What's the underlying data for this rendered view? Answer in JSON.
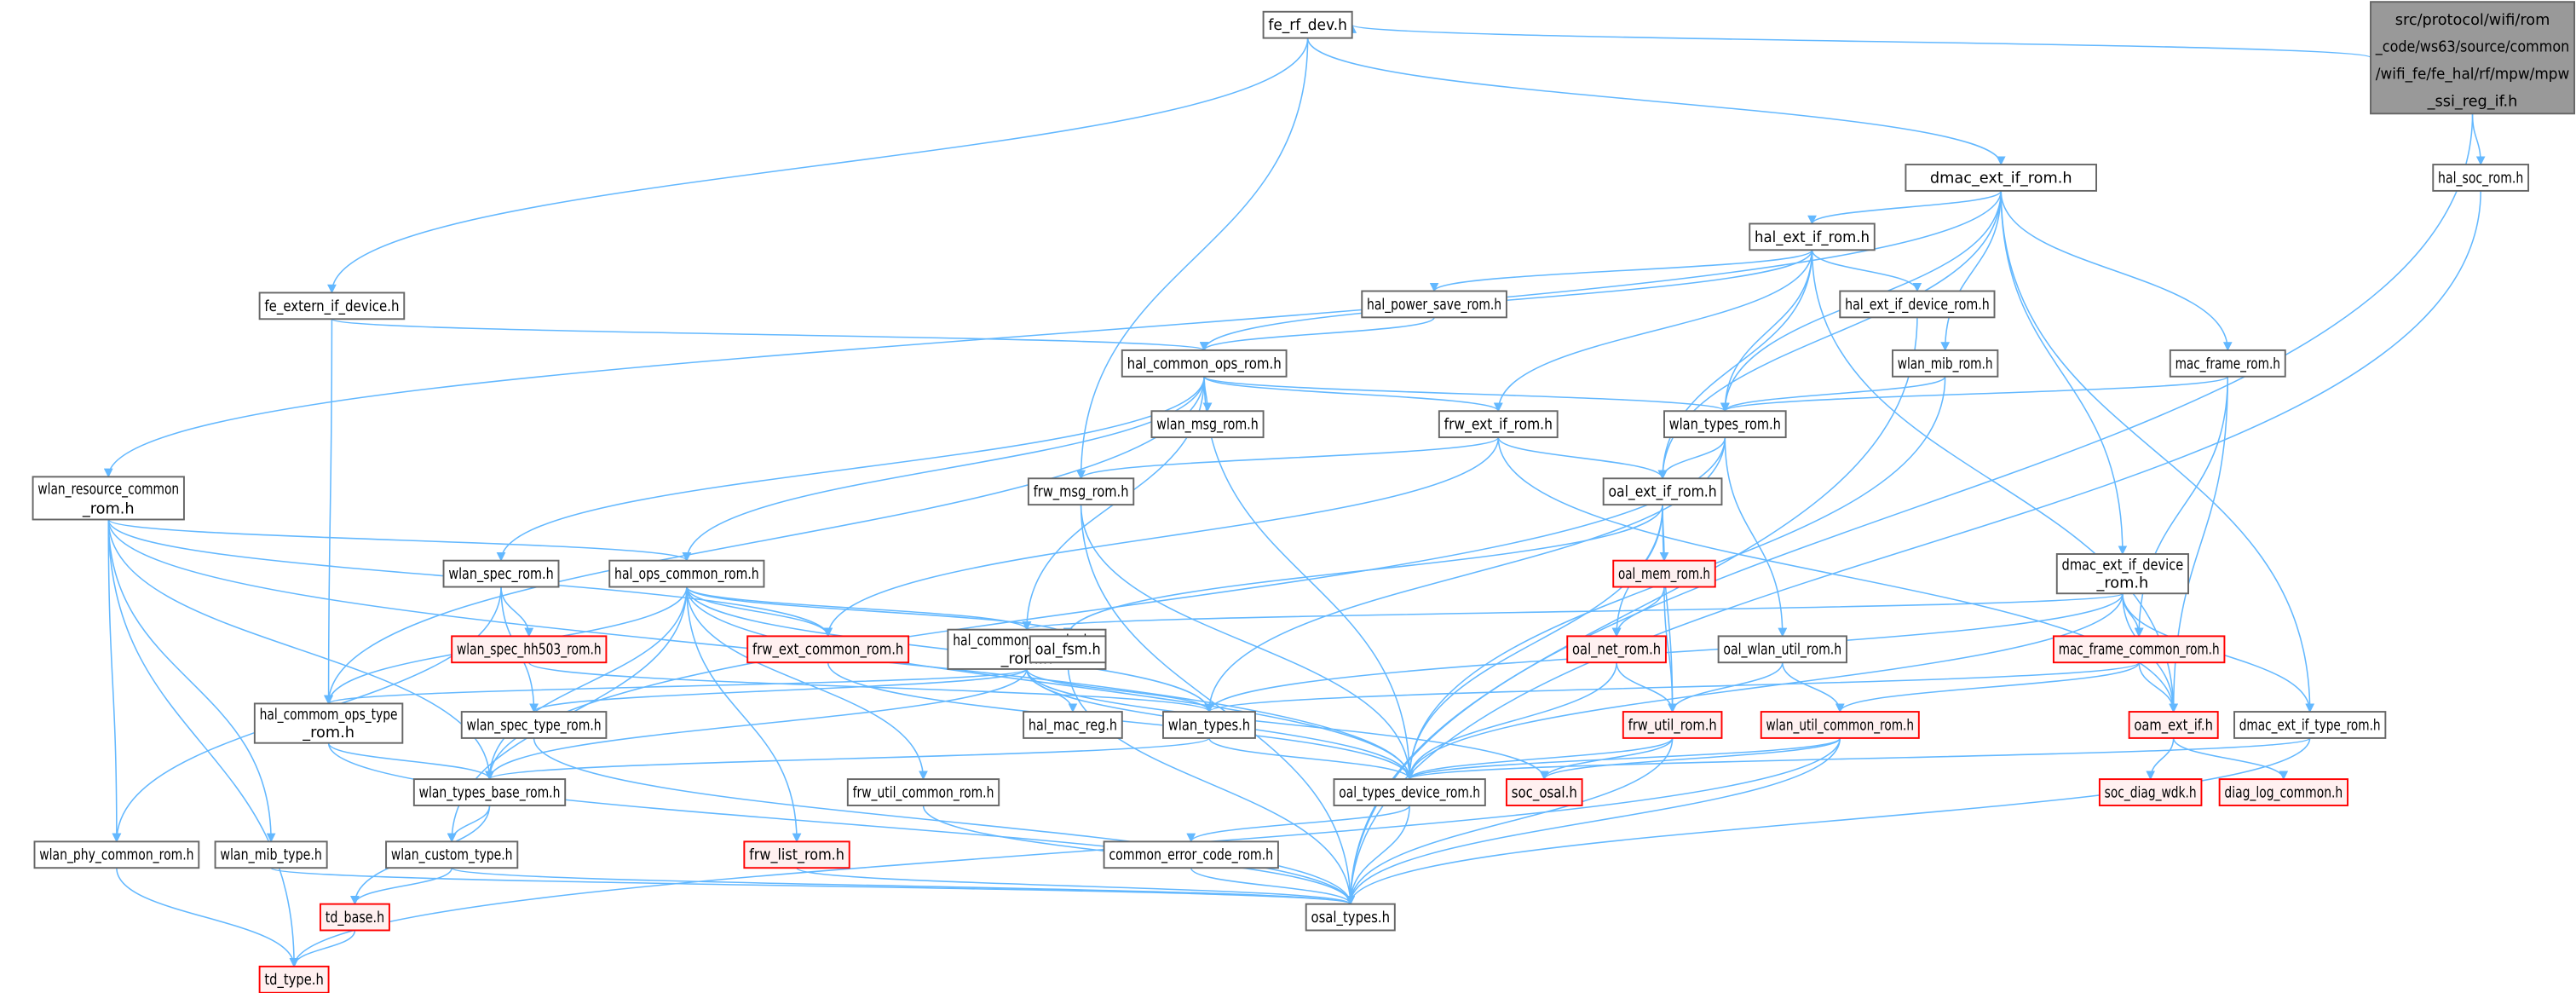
{
  "graph": {
    "edge_color": "#63b8ff",
    "nodes": {
      "root": {
        "lines": [
          "src/protocol/wifi/rom",
          "_code/ws63/source/common",
          "/wifi_fe/fe_hal/rf/mpw/mpw",
          "_ssi_reg_if.h"
        ],
        "style": "root"
      },
      "fe_rf_dev": {
        "lines": [
          "fe_rf_dev.h"
        ],
        "style": "normal"
      },
      "dmac_ext_if_rom": {
        "lines": [
          "dmac_ext_if_rom.h"
        ],
        "style": "normal"
      },
      "hal_soc_rom": {
        "lines": [
          "hal_soc_rom.h"
        ],
        "style": "normal"
      },
      "hal_ext_if_rom": {
        "lines": [
          "hal_ext_if_rom.h"
        ],
        "style": "normal"
      },
      "fe_extern_if_device": {
        "lines": [
          "fe_extern_if_device.h"
        ],
        "style": "normal"
      },
      "hal_power_save_rom": {
        "lines": [
          "hal_power_save_rom.h"
        ],
        "style": "normal"
      },
      "hal_ext_if_device_rom": {
        "lines": [
          "hal_ext_if_device_rom.h"
        ],
        "style": "normal"
      },
      "hal_common_ops_rom": {
        "lines": [
          "hal_common_ops_rom.h"
        ],
        "style": "normal"
      },
      "wlan_mib_rom": {
        "lines": [
          "wlan_mib_rom.h"
        ],
        "style": "normal"
      },
      "mac_frame_rom": {
        "lines": [
          "mac_frame_rom.h"
        ],
        "style": "normal"
      },
      "wlan_msg_rom": {
        "lines": [
          "wlan_msg_rom.h"
        ],
        "style": "normal"
      },
      "frw_ext_if_rom": {
        "lines": [
          "frw_ext_if_rom.h"
        ],
        "style": "normal"
      },
      "wlan_types_rom": {
        "lines": [
          "wlan_types_rom.h"
        ],
        "style": "normal"
      },
      "wlan_resource_common_rom": {
        "lines": [
          "wlan_resource_common",
          "_rom.h"
        ],
        "style": "normal"
      },
      "frw_msg_rom": {
        "lines": [
          "frw_msg_rom.h"
        ],
        "style": "normal"
      },
      "oal_ext_if_rom": {
        "lines": [
          "oal_ext_if_rom.h"
        ],
        "style": "normal"
      },
      "dmac_ext_if_device_rom": {
        "lines": [
          "dmac_ext_if_device",
          "_rom.h"
        ],
        "style": "normal"
      },
      "oal_mem_rom": {
        "lines": [
          "oal_mem_rom.h"
        ],
        "style": "red"
      },
      "wlan_spec_rom": {
        "lines": [
          "wlan_spec_rom.h"
        ],
        "style": "normal"
      },
      "hal_ops_common_rom": {
        "lines": [
          "hal_ops_common_rom.h"
        ],
        "style": "normal"
      },
      "frw_ext_common_rom": {
        "lines": [
          "frw_ext_common_rom.h"
        ],
        "style": "red"
      },
      "hal_common_ops_device_rom": {
        "lines": [
          "hal_common_ops_device",
          "_rom.h"
        ],
        "style": "normal"
      },
      "wlan_spec_hh503_rom": {
        "lines": [
          "wlan_spec_hh503_rom.h"
        ],
        "style": "red"
      },
      "oal_fsm": {
        "lines": [
          "oal_fsm.h"
        ],
        "style": "normal"
      },
      "oal_net_rom": {
        "lines": [
          "oal_net_rom.h"
        ],
        "style": "red"
      },
      "oal_wlan_util_rom": {
        "lines": [
          "oal_wlan_util_rom.h"
        ],
        "style": "normal"
      },
      "mac_frame_common_rom": {
        "lines": [
          "mac_frame_common_rom.h"
        ],
        "style": "red"
      },
      "hal_commom_ops_type_rom": {
        "lines": [
          "hal_commom_ops_type",
          "_rom.h"
        ],
        "style": "normal"
      },
      "wlan_spec_type_rom": {
        "lines": [
          "wlan_spec_type_rom.h"
        ],
        "style": "normal"
      },
      "hal_mac_reg": {
        "lines": [
          "hal_mac_reg.h"
        ],
        "style": "normal"
      },
      "wlan_types": {
        "lines": [
          "wlan_types.h"
        ],
        "style": "normal"
      },
      "frw_util_rom": {
        "lines": [
          "frw_util_rom.h"
        ],
        "style": "red"
      },
      "wlan_util_common_rom": {
        "lines": [
          "wlan_util_common_rom.h"
        ],
        "style": "red"
      },
      "oam_ext_if": {
        "lines": [
          "oam_ext_if.h"
        ],
        "style": "red"
      },
      "dmac_ext_if_type_rom": {
        "lines": [
          "dmac_ext_if_type_rom.h"
        ],
        "style": "normal"
      },
      "wlan_types_base_rom": {
        "lines": [
          "wlan_types_base_rom.h"
        ],
        "style": "normal"
      },
      "frw_util_common_rom": {
        "lines": [
          "frw_util_common_rom.h"
        ],
        "style": "normal"
      },
      "oal_types_device_rom": {
        "lines": [
          "oal_types_device_rom.h"
        ],
        "style": "normal"
      },
      "soc_osal": {
        "lines": [
          "soc_osal.h"
        ],
        "style": "red"
      },
      "soc_diag_wdk": {
        "lines": [
          "soc_diag_wdk.h"
        ],
        "style": "red"
      },
      "diag_log_common": {
        "lines": [
          "diag_log_common.h"
        ],
        "style": "red"
      },
      "wlan_phy_common_rom": {
        "lines": [
          "wlan_phy_common_rom.h"
        ],
        "style": "normal"
      },
      "wlan_mib_type": {
        "lines": [
          "wlan_mib_type.h"
        ],
        "style": "normal"
      },
      "wlan_custom_type": {
        "lines": [
          "wlan_custom_type.h"
        ],
        "style": "normal"
      },
      "frw_list_rom": {
        "lines": [
          "frw_list_rom.h"
        ],
        "style": "red"
      },
      "common_error_code_rom": {
        "lines": [
          "common_error_code_rom.h"
        ],
        "style": "normal"
      },
      "td_base": {
        "lines": [
          "td_base.h"
        ],
        "style": "red"
      },
      "osal_types": {
        "lines": [
          "osal_types.h"
        ],
        "style": "normal"
      },
      "td_type": {
        "lines": [
          "td_type.h"
        ],
        "style": "red"
      }
    },
    "edges": [
      [
        "root",
        "fe_rf_dev"
      ],
      [
        "root",
        "hal_soc_rom"
      ],
      [
        "root",
        "osal_types"
      ],
      [
        "fe_rf_dev",
        "fe_extern_if_device"
      ],
      [
        "fe_rf_dev",
        "dmac_ext_if_rom"
      ],
      [
        "fe_rf_dev",
        "frw_msg_rom"
      ],
      [
        "hal_soc_rom",
        "osal_types"
      ],
      [
        "dmac_ext_if_rom",
        "hal_ext_if_rom"
      ],
      [
        "dmac_ext_if_rom",
        "wlan_resource_common_rom"
      ],
      [
        "dmac_ext_if_rom",
        "wlan_types_rom"
      ],
      [
        "dmac_ext_if_rom",
        "wlan_mib_rom"
      ],
      [
        "dmac_ext_if_rom",
        "mac_frame_rom"
      ],
      [
        "dmac_ext_if_rom",
        "dmac_ext_if_device_rom"
      ],
      [
        "dmac_ext_if_rom",
        "dmac_ext_if_type_rom"
      ],
      [
        "dmac_ext_if_rom",
        "oal_ext_if_rom"
      ],
      [
        "hal_ext_if_rom",
        "hal_power_save_rom"
      ],
      [
        "hal_ext_if_rom",
        "hal_ext_if_device_rom"
      ],
      [
        "hal_ext_if_rom",
        "hal_common_ops_rom"
      ],
      [
        "hal_ext_if_rom",
        "frw_ext_if_rom"
      ],
      [
        "hal_ext_if_rom",
        "wlan_types_rom"
      ],
      [
        "hal_ext_if_rom",
        "oal_ext_if_rom"
      ],
      [
        "hal_ext_if_rom",
        "oam_ext_if"
      ],
      [
        "fe_extern_if_device",
        "hal_common_ops_rom"
      ],
      [
        "fe_extern_if_device",
        "hal_commom_ops_type_rom"
      ],
      [
        "hal_power_save_rom",
        "hal_common_ops_rom"
      ],
      [
        "hal_ext_if_device_rom",
        "osal_types"
      ],
      [
        "hal_common_ops_rom",
        "wlan_msg_rom"
      ],
      [
        "hal_common_ops_rom",
        "frw_ext_if_rom"
      ],
      [
        "hal_common_ops_rom",
        "wlan_types_rom"
      ],
      [
        "hal_common_ops_rom",
        "wlan_spec_rom"
      ],
      [
        "hal_common_ops_rom",
        "hal_ops_common_rom"
      ],
      [
        "hal_common_ops_rom",
        "hal_commom_ops_type_rom"
      ],
      [
        "hal_common_ops_rom",
        "hal_common_ops_device_rom"
      ],
      [
        "hal_common_ops_rom",
        "oal_types_device_rom"
      ],
      [
        "wlan_mib_rom",
        "wlan_types_rom"
      ],
      [
        "wlan_mib_rom",
        "oal_types_device_rom"
      ],
      [
        "mac_frame_rom",
        "wlan_types_rom"
      ],
      [
        "mac_frame_rom",
        "mac_frame_common_rom"
      ],
      [
        "mac_frame_rom",
        "oam_ext_if"
      ],
      [
        "frw_ext_if_rom",
        "frw_msg_rom"
      ],
      [
        "frw_ext_if_rom",
        "oal_ext_if_rom"
      ],
      [
        "frw_ext_if_rom",
        "frw_ext_common_rom"
      ],
      [
        "frw_ext_if_rom",
        "oam_ext_if"
      ],
      [
        "wlan_types_rom",
        "oal_ext_if_rom"
      ],
      [
        "wlan_types_rom",
        "wlan_types"
      ],
      [
        "wlan_types_rom",
        "wlan_types_base_rom"
      ],
      [
        "wlan_types_rom",
        "oal_wlan_util_rom"
      ],
      [
        "wlan_resource_common_rom",
        "hal_ops_common_rom"
      ],
      [
        "wlan_resource_common_rom",
        "frw_ext_common_rom"
      ],
      [
        "wlan_resource_common_rom",
        "wlan_types_base_rom"
      ],
      [
        "wlan_resource_common_rom",
        "wlan_phy_common_rom"
      ],
      [
        "wlan_resource_common_rom",
        "wlan_mib_type"
      ],
      [
        "wlan_resource_common_rom",
        "td_type"
      ],
      [
        "wlan_resource_common_rom",
        "oal_types_device_rom"
      ],
      [
        "frw_msg_rom",
        "oal_types_device_rom"
      ],
      [
        "frw_msg_rom",
        "osal_types"
      ],
      [
        "oal_ext_if_rom",
        "oal_mem_rom"
      ],
      [
        "oal_ext_if_rom",
        "oal_net_rom"
      ],
      [
        "oal_ext_if_rom",
        "frw_util_rom"
      ],
      [
        "oal_ext_if_rom",
        "oal_fsm"
      ],
      [
        "oal_ext_if_rom",
        "oal_types_device_rom"
      ],
      [
        "dmac_ext_if_device_rom",
        "mac_frame_common_rom"
      ],
      [
        "dmac_ext_if_device_rom",
        "oam_ext_if"
      ],
      [
        "dmac_ext_if_device_rom",
        "dmac_ext_if_type_rom"
      ],
      [
        "dmac_ext_if_device_rom",
        "wlan_types"
      ],
      [
        "dmac_ext_if_device_rom",
        "hal_common_ops_device_rom"
      ],
      [
        "dmac_ext_if_device_rom",
        "oal_types_device_rom"
      ],
      [
        "oal_mem_rom",
        "oal_net_rom"
      ],
      [
        "oal_mem_rom",
        "frw_util_rom"
      ],
      [
        "wlan_spec_rom",
        "wlan_spec_hh503_rom"
      ],
      [
        "wlan_spec_rom",
        "wlan_spec_type_rom"
      ],
      [
        "wlan_spec_rom",
        "wlan_phy_common_rom"
      ],
      [
        "hal_ops_common_rom",
        "frw_ext_common_rom"
      ],
      [
        "hal_ops_common_rom",
        "hal_common_ops_device_rom"
      ],
      [
        "hal_ops_common_rom",
        "oal_fsm"
      ],
      [
        "hal_ops_common_rom",
        "wlan_types"
      ],
      [
        "hal_ops_common_rom",
        "hal_commom_ops_type_rom"
      ],
      [
        "hal_ops_common_rom",
        "wlan_types_base_rom"
      ],
      [
        "hal_ops_common_rom",
        "wlan_custom_type"
      ],
      [
        "hal_ops_common_rom",
        "frw_list_rom"
      ],
      [
        "hal_ops_common_rom",
        "frw_util_common_rom"
      ],
      [
        "hal_ops_common_rom",
        "oal_types_device_rom"
      ],
      [
        "frw_ext_common_rom",
        "oal_types_device_rom"
      ],
      [
        "hal_common_ops_device_rom",
        "hal_mac_reg"
      ],
      [
        "hal_common_ops_device_rom",
        "wlan_types"
      ],
      [
        "hal_common_ops_device_rom",
        "hal_commom_ops_type_rom"
      ],
      [
        "hal_common_ops_device_rom",
        "wlan_spec_type_rom"
      ],
      [
        "hal_common_ops_device_rom",
        "wlan_types_base_rom"
      ],
      [
        "hal_common_ops_device_rom",
        "oal_types_device_rom"
      ],
      [
        "hal_common_ops_device_rom",
        "soc_osal"
      ],
      [
        "wlan_spec_hh503_rom",
        "wlan_types"
      ],
      [
        "oal_fsm",
        "osal_types"
      ],
      [
        "oal_net_rom",
        "frw_util_rom"
      ],
      [
        "oal_net_rom",
        "oal_types_device_rom"
      ],
      [
        "oal_wlan_util_rom",
        "frw_util_rom"
      ],
      [
        "oal_wlan_util_rom",
        "wlan_util_common_rom"
      ],
      [
        "mac_frame_common_rom",
        "wlan_types"
      ],
      [
        "mac_frame_common_rom",
        "wlan_util_common_rom"
      ],
      [
        "mac_frame_common_rom",
        "oam_ext_if"
      ],
      [
        "hal_commom_ops_type_rom",
        "wlan_types_base_rom"
      ],
      [
        "hal_commom_ops_type_rom",
        "osal_types"
      ],
      [
        "wlan_spec_type_rom",
        "osal_types"
      ],
      [
        "wlan_types",
        "oal_types_device_rom"
      ],
      [
        "wlan_types",
        "wlan_types_base_rom"
      ],
      [
        "frw_util_rom",
        "oal_types_device_rom"
      ],
      [
        "frw_util_rom",
        "soc_osal"
      ],
      [
        "frw_util_rom",
        "osal_types"
      ],
      [
        "wlan_util_common_rom",
        "oal_types_device_rom"
      ],
      [
        "wlan_util_common_rom",
        "soc_osal"
      ],
      [
        "wlan_util_common_rom",
        "osal_types"
      ],
      [
        "wlan_util_common_rom",
        "td_type"
      ],
      [
        "oam_ext_if",
        "soc_diag_wdk"
      ],
      [
        "oam_ext_if",
        "diag_log_common"
      ],
      [
        "dmac_ext_if_type_rom",
        "oal_types_device_rom"
      ],
      [
        "dmac_ext_if_type_rom",
        "osal_types"
      ],
      [
        "wlan_types_base_rom",
        "wlan_custom_type"
      ],
      [
        "wlan_types_base_rom",
        "td_base"
      ],
      [
        "frw_util_common_rom",
        "osal_types"
      ],
      [
        "oal_types_device_rom",
        "common_error_code_rom"
      ],
      [
        "oal_types_device_rom",
        "osal_types"
      ],
      [
        "wlan_phy_common_rom",
        "td_type"
      ],
      [
        "wlan_mib_type",
        "osal_types"
      ],
      [
        "wlan_custom_type",
        "td_base"
      ],
      [
        "wlan_custom_type",
        "osal_types"
      ],
      [
        "frw_list_rom",
        "osal_types"
      ],
      [
        "common_error_code_rom",
        "osal_types"
      ],
      [
        "td_base",
        "td_type"
      ]
    ]
  }
}
